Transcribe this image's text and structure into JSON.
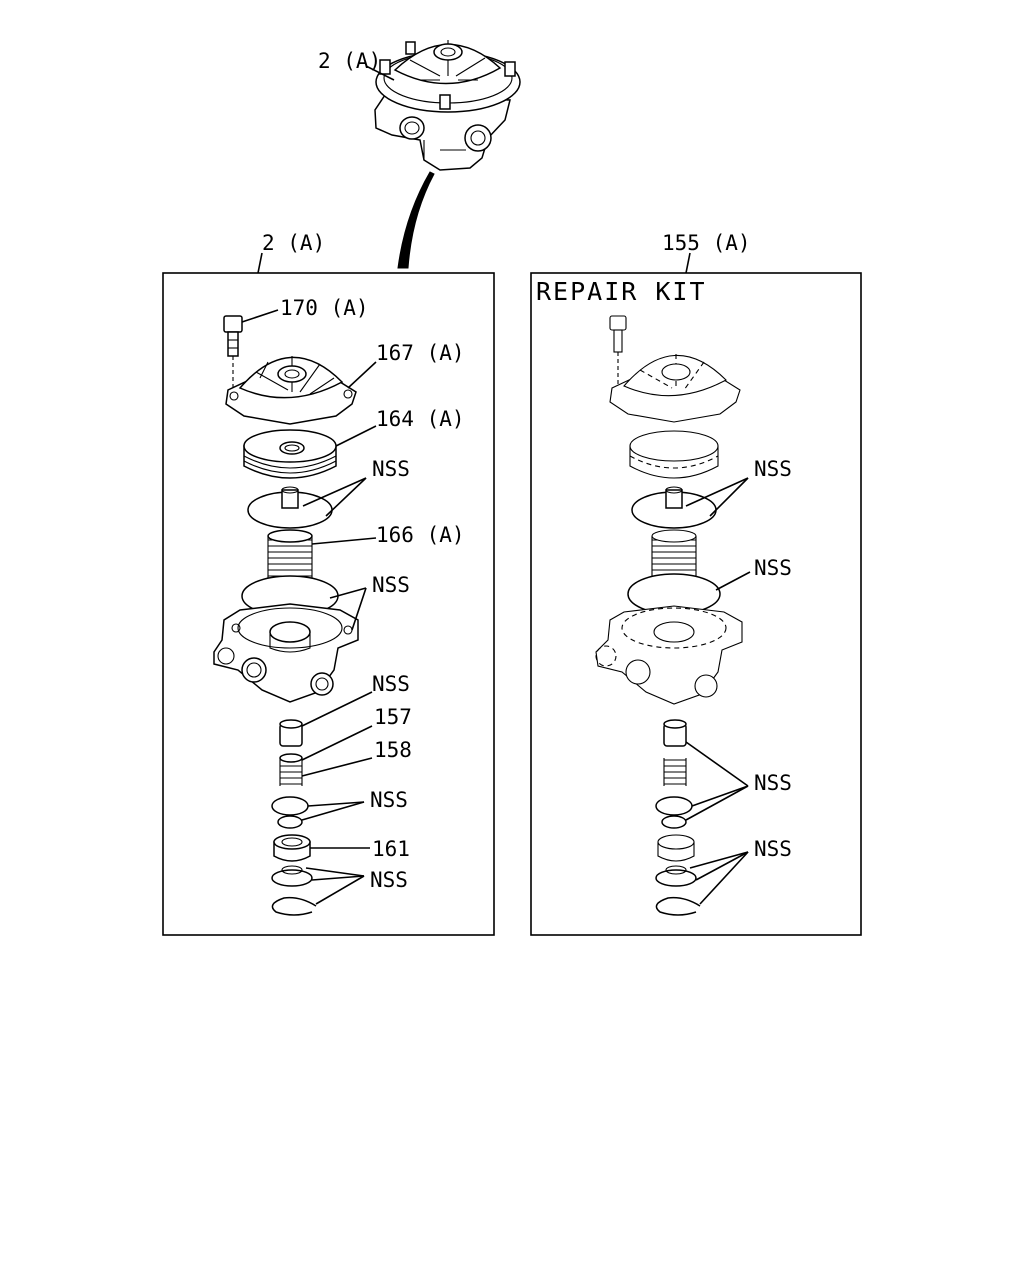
{
  "labels": {
    "top_assembly": "2 (A)",
    "left_box": "2 (A)",
    "right_box": "155 (A)",
    "bolt": "170 (A)",
    "cover": "167 (A)",
    "piston": "164 (A)",
    "nss_diaphragm_left": "NSS",
    "spring": "166 (A)",
    "nss_body_left": "NSS",
    "nss_lower_left": "NSS",
    "part_157": "157",
    "part_158": "158",
    "nss_rings_left": "NSS",
    "part_161": "161",
    "nss_clips_left": "NSS",
    "nss_diaphragm_right": "NSS",
    "nss_spring_right": "NSS",
    "nss_valve_right": "NSS",
    "nss_clips_right": "NSS"
  },
  "repair_kit_title": "REPAIR KIT"
}
